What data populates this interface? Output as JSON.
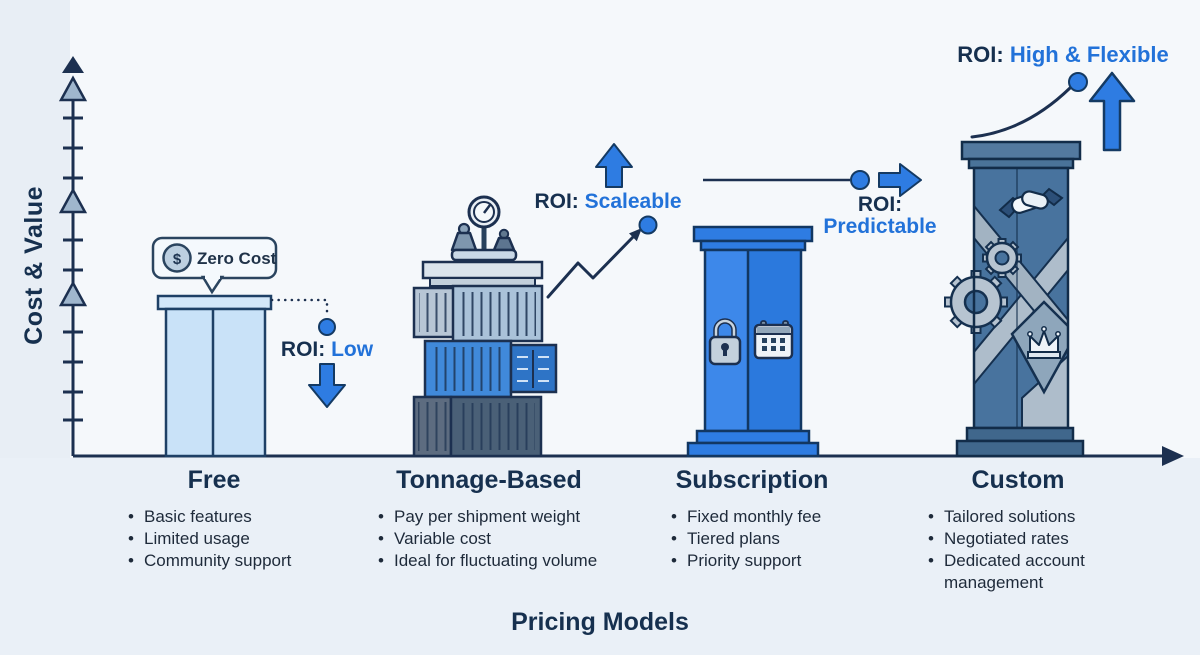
{
  "axes": {
    "y_label": "Cost & Value",
    "x_label": "Pricing Models"
  },
  "zero_cost_badge": {
    "dollar_symbol": "$",
    "label": "Zero Cost"
  },
  "columns": [
    {
      "name": "Free",
      "roi_prefix": "ROI:",
      "roi_value": "Low",
      "roi_trend": "down",
      "features": [
        "Basic features",
        "Limited usage",
        "Community support"
      ]
    },
    {
      "name": "Tonnage-Based",
      "roi_prefix": "ROI:",
      "roi_value": "Scaleable",
      "roi_trend": "zigzag-up",
      "features": [
        "Pay per shipment weight",
        "Variable cost",
        "Ideal for fluctuating volume"
      ]
    },
    {
      "name": "Subscription",
      "roi_prefix": "ROI:",
      "roi_value": "Predictable",
      "roi_trend": "flat-right",
      "features": [
        "Fixed monthly fee",
        "Tiered plans",
        "Priority support"
      ]
    },
    {
      "name": "Custom",
      "roi_prefix": "ROI:",
      "roi_value": "High & Flexible",
      "roi_trend": "curve-up",
      "features": [
        "Tailored solutions",
        "Negotiated rates",
        "Dedicated account management"
      ]
    }
  ],
  "icons": {
    "free_badge": "dollar-coin-icon",
    "tonnage_top": "weighing-scale-icon",
    "subscription_body": [
      "lock-icon",
      "calendar-icon"
    ],
    "custom_body": [
      "handshake-icon",
      "gear-icon",
      "crown-icon"
    ],
    "roi_markers": [
      "down-arrow-icon",
      "up-arrow-icon",
      "right-arrow-icon",
      "big-up-arrow-icon"
    ]
  },
  "colors": {
    "navy": "#16304f",
    "accent_blue": "#2e7ce2",
    "free_fill": "#c9e2f8",
    "subscription_fill": "#2b79dd",
    "custom_fill": "#48739e",
    "container_light": "#aac2d9",
    "container_mid": "#4089da",
    "container_dark": "#4a6077",
    "band_gray": "#aebdcb",
    "background": "#f5f8fb"
  }
}
